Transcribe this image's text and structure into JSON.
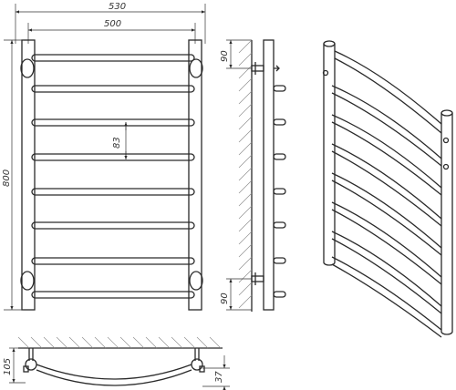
{
  "dimensions": {
    "overall_width": "530",
    "inner_width": "500",
    "height": "800",
    "rung_spacing": "83",
    "top_offset": "90",
    "bottom_offset": "90",
    "depth": "105",
    "curve_depth": "37"
  },
  "colors": {
    "line": "#2a2a2a",
    "hatch": "#8a8a8a",
    "background": "#ffffff"
  }
}
